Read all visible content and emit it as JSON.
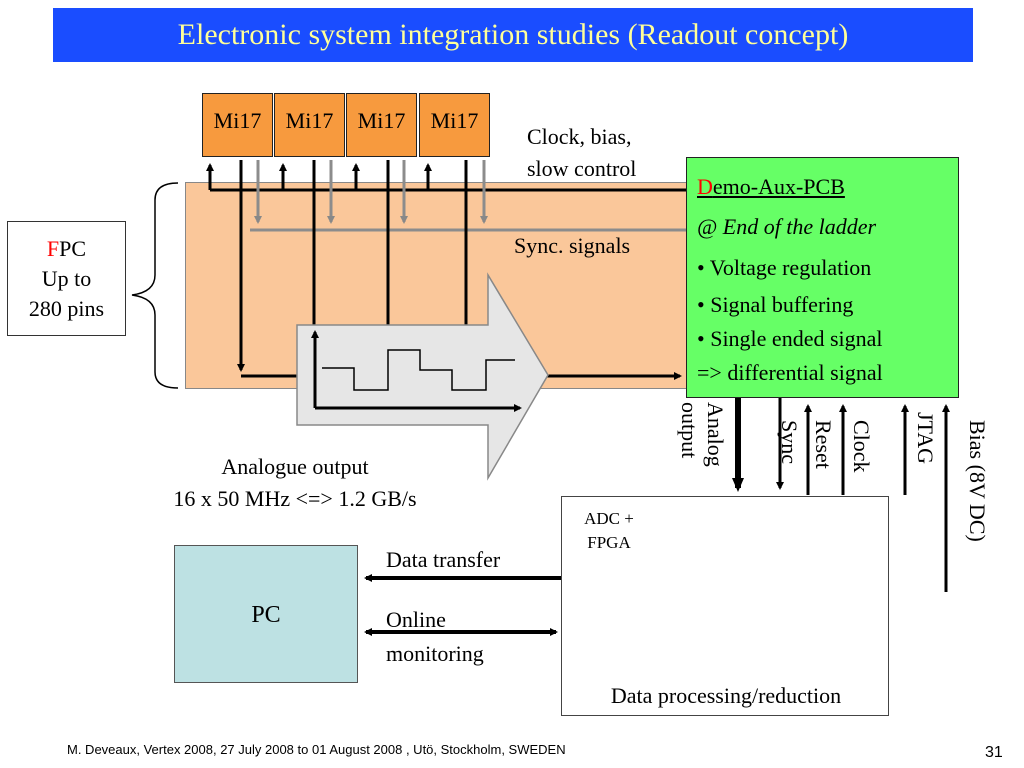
{
  "title": "Electronic system integration studies (Readout concept)",
  "chips": [
    "Mi17",
    "Mi17",
    "Mi17",
    "Mi17"
  ],
  "labels": {
    "clock_bias": [
      "Clock, bias,",
      "slow control"
    ],
    "sync_signals": "Sync. signals",
    "analogue_output": [
      "Analogue output",
      "16 x 50 MHz <=> 1.2 GB/s"
    ],
    "data_transfer": "Data transfer",
    "online_monitoring": [
      "Online",
      "monitoring"
    ],
    "adc_fpga": [
      "ADC +",
      "FPGA"
    ],
    "data_processing": "Data processing/reduction"
  },
  "fpc": {
    "initial": "F",
    "rest": "PC",
    "line2": "Up to",
    "line3": "280 pins"
  },
  "aux_pcb": {
    "initial": "D",
    "name_rest": "emo-Aux-PCB",
    "location_prefix": "@",
    "location": "End of the ladder",
    "bullets": [
      "• Voltage regulation",
      "• Signal buffering",
      "• Single ended signal",
      "=> differential signal"
    ]
  },
  "vertical_signals": [
    "Analog",
    "output",
    "Sync",
    "Reset",
    "Clock",
    "JTAG",
    "Bias (8V DC)"
  ],
  "pc_label": "PC",
  "footer": "M. Deveaux, Vertex 2008, 27 July 2008 to 01 August 2008 , Utö, Stockholm, SWEDEN",
  "page_number": "31",
  "colors": {
    "title_bg": "#1a4dff",
    "title_text": "#ffff99",
    "chip": "#f79a3e",
    "ladder": "#fac79a",
    "aux": "#66ff66",
    "pc": "#bde1e3",
    "highlight": "#ff0000"
  }
}
